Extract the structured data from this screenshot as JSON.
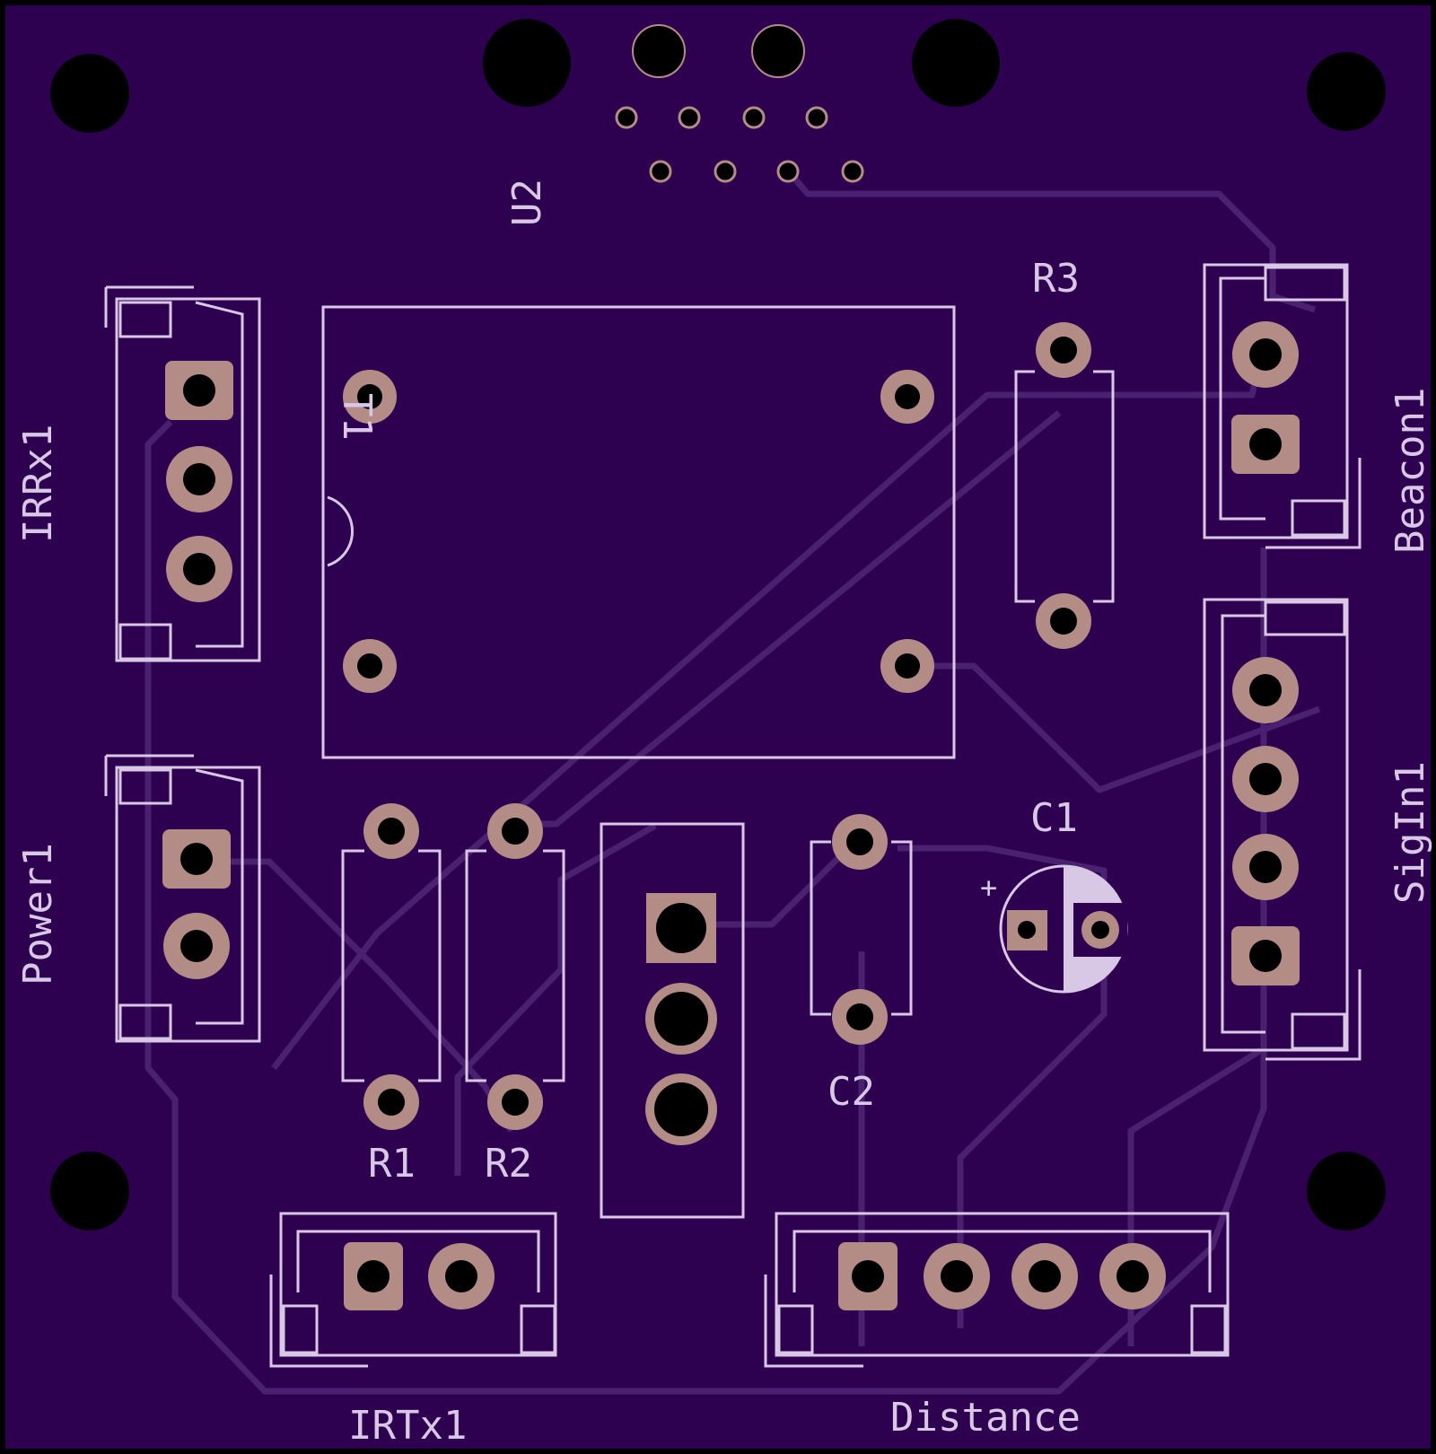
{
  "board": {
    "colors": {
      "substrate": "#2e0050",
      "silkscreen": "#d9c7e6",
      "trace": "#4a2170",
      "copper": "#b38c86",
      "drill": "#000000",
      "edge": "#000000"
    }
  },
  "labels": {
    "u2": "U2",
    "r3": "R3",
    "irrx1": "IRRx1",
    "beacon1": "Beacon1",
    "t1": "T1",
    "power1": "Power1",
    "sigin1": "SigIn1",
    "c1": "C1",
    "c1_plus": "+",
    "c2": "C2",
    "r1": "R1",
    "r2": "R2",
    "irtx1": "IRTx1",
    "distance": "Distance"
  }
}
